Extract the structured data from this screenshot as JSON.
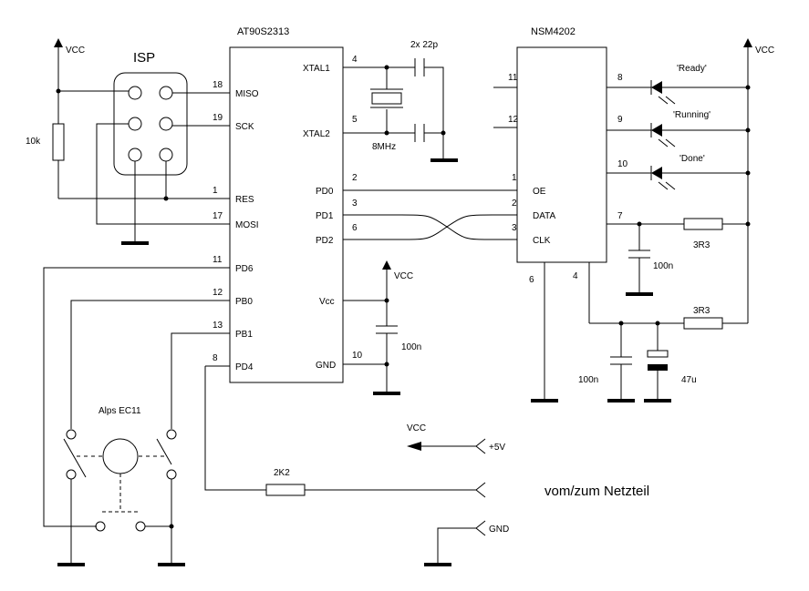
{
  "components": {
    "mcu": {
      "name": "AT90S2313"
    },
    "driver": {
      "name": "NSM4202"
    },
    "isp": {
      "name": "ISP"
    },
    "encoder": {
      "name": "Alps EC11"
    },
    "crystal": {
      "value": "8MHz"
    },
    "xtal_caps": {
      "value": "2x 22p"
    },
    "r_reset": {
      "value": "10k"
    },
    "r_series": {
      "value": "2K2"
    },
    "r_led": {
      "value": "3R3"
    },
    "r_supply": {
      "value": "3R3"
    },
    "c_mcu": {
      "value": "100n"
    },
    "c_drv_pin7": {
      "value": "100n"
    },
    "c_supply": {
      "value": "100n"
    },
    "c_elko": {
      "value": "47u"
    }
  },
  "supply": {
    "isp": "VCC",
    "mcu": "VCC",
    "right": "VCC",
    "net": "VCC"
  },
  "mcu_pins": {
    "miso": {
      "num": "18",
      "name": "MISO"
    },
    "sck": {
      "num": "19",
      "name": "SCK"
    },
    "res": {
      "num": "1",
      "name": "RES"
    },
    "mosi": {
      "num": "17",
      "name": "MOSI"
    },
    "pd6": {
      "num": "11",
      "name": "PD6"
    },
    "pb0": {
      "num": "12",
      "name": "PB0"
    },
    "pb1": {
      "num": "13",
      "name": "PB1"
    },
    "pd4": {
      "num": "8",
      "name": "PD4"
    },
    "xtal1": {
      "num": "4",
      "name": "XTAL1"
    },
    "xtal2": {
      "num": "5",
      "name": "XTAL2"
    },
    "pd0": {
      "num": "2",
      "name": "PD0"
    },
    "pd1": {
      "num": "3",
      "name": "PD1"
    },
    "pd2": {
      "num": "6",
      "name": "PD2"
    },
    "vcc": {
      "name": "Vcc"
    },
    "gnd": {
      "num": "10",
      "name": "GND"
    }
  },
  "drv_pins": {
    "p11": {
      "num": "11"
    },
    "p12": {
      "num": "12"
    },
    "oe": {
      "num": "1",
      "name": "OE"
    },
    "data": {
      "num": "2",
      "name": "DATA"
    },
    "clk": {
      "num": "3",
      "name": "CLK"
    },
    "p6": {
      "num": "6"
    },
    "p4": {
      "num": "4"
    },
    "p8": {
      "num": "8"
    },
    "p9": {
      "num": "9"
    },
    "p10": {
      "num": "10"
    },
    "p7": {
      "num": "7"
    }
  },
  "leds": {
    "ready": "'Ready'",
    "running": "'Running'",
    "done": "'Done'"
  },
  "connector": {
    "plus5v": "+5V",
    "gnd": "GND",
    "caption": "vom/zum Netzteil"
  }
}
